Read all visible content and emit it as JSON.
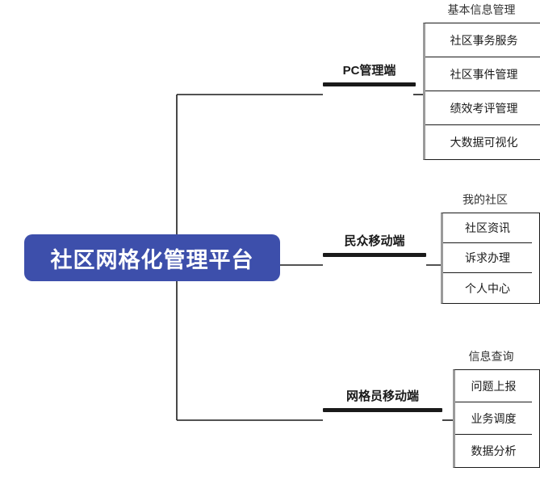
{
  "diagram": {
    "type": "mind-map",
    "title": "社区网格化管理平台",
    "colors": {
      "root_fill": "#3d4fab",
      "root_text": "#ffffff",
      "line": "#1a1a1a",
      "leaf_left_rule": "#9a9a9a",
      "background": "#ffffff"
    },
    "root": {
      "label": "社区网格化管理平台"
    },
    "branches": [
      {
        "label": "PC管理端",
        "head": "基本信息管理",
        "leaves": [
          "社区事务服务",
          "社区事件管理",
          "绩效考评管理",
          "大数据可视化"
        ]
      },
      {
        "label": "民众移动端",
        "head": "我的社区",
        "leaves": [
          "社区资讯",
          "诉求办理",
          "个人中心"
        ]
      },
      {
        "label": "网格员移动端",
        "head": "信息查询",
        "leaves": [
          "问题上报",
          "业务调度",
          "数据分析"
        ]
      }
    ]
  }
}
